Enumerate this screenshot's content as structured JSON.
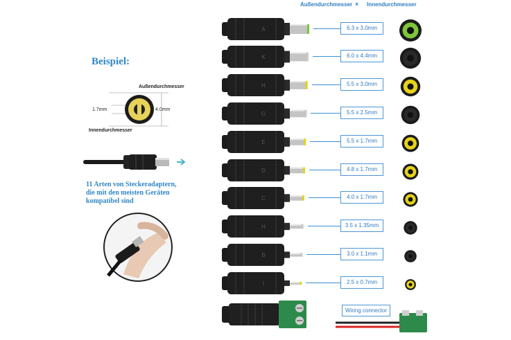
{
  "header": {
    "outer_label": "Außendurchmesser",
    "times": "×",
    "inner_label": "Innendurchmesser"
  },
  "example": {
    "title": "Beispiel:",
    "outer_label": "Außendurchmesser",
    "inner_label": "Innendurchmesser",
    "left_dim": "1.7mm",
    "right_dim": "4.0mm"
  },
  "description": {
    "line1": "11 Arten von Steckeradaptern,",
    "line2": "die mit den meisten Geräten",
    "line3": "kompatibel sind"
  },
  "adapters": [
    {
      "size": "6.3 x 3.0mm",
      "letter": "A",
      "tip": "#7ec63a"
    },
    {
      "size": "6.0 x 4.4mm",
      "letter": "K",
      "tip": "#c9c9c9"
    },
    {
      "size": "5.5 x 3.0mm",
      "letter": "H",
      "tip": "#e6d21a"
    },
    {
      "size": "5.5 x 2.5mm",
      "letter": "G",
      "tip": "#c9c9c9"
    },
    {
      "size": "5.5 x 1.7mm",
      "letter": "E",
      "tip": "#e6d21a"
    },
    {
      "size": "4.8 x 1.7mm",
      "letter": "D",
      "tip": "#e6d21a"
    },
    {
      "size": "4.0 x 1.7mm",
      "letter": "C",
      "tip": "#e6d21a"
    },
    {
      "size": "3.5 x 1.35mm",
      "letter": "H",
      "tip": "#c9c9c9"
    },
    {
      "size": "3.0 x 1.1mm",
      "letter": "B",
      "tip": "#c9c9c9"
    },
    {
      "size": "2.5 x 0.7mm",
      "letter": "I",
      "tip": "#e6d21a"
    }
  ],
  "wiring": {
    "label": "Wiring connector"
  }
}
